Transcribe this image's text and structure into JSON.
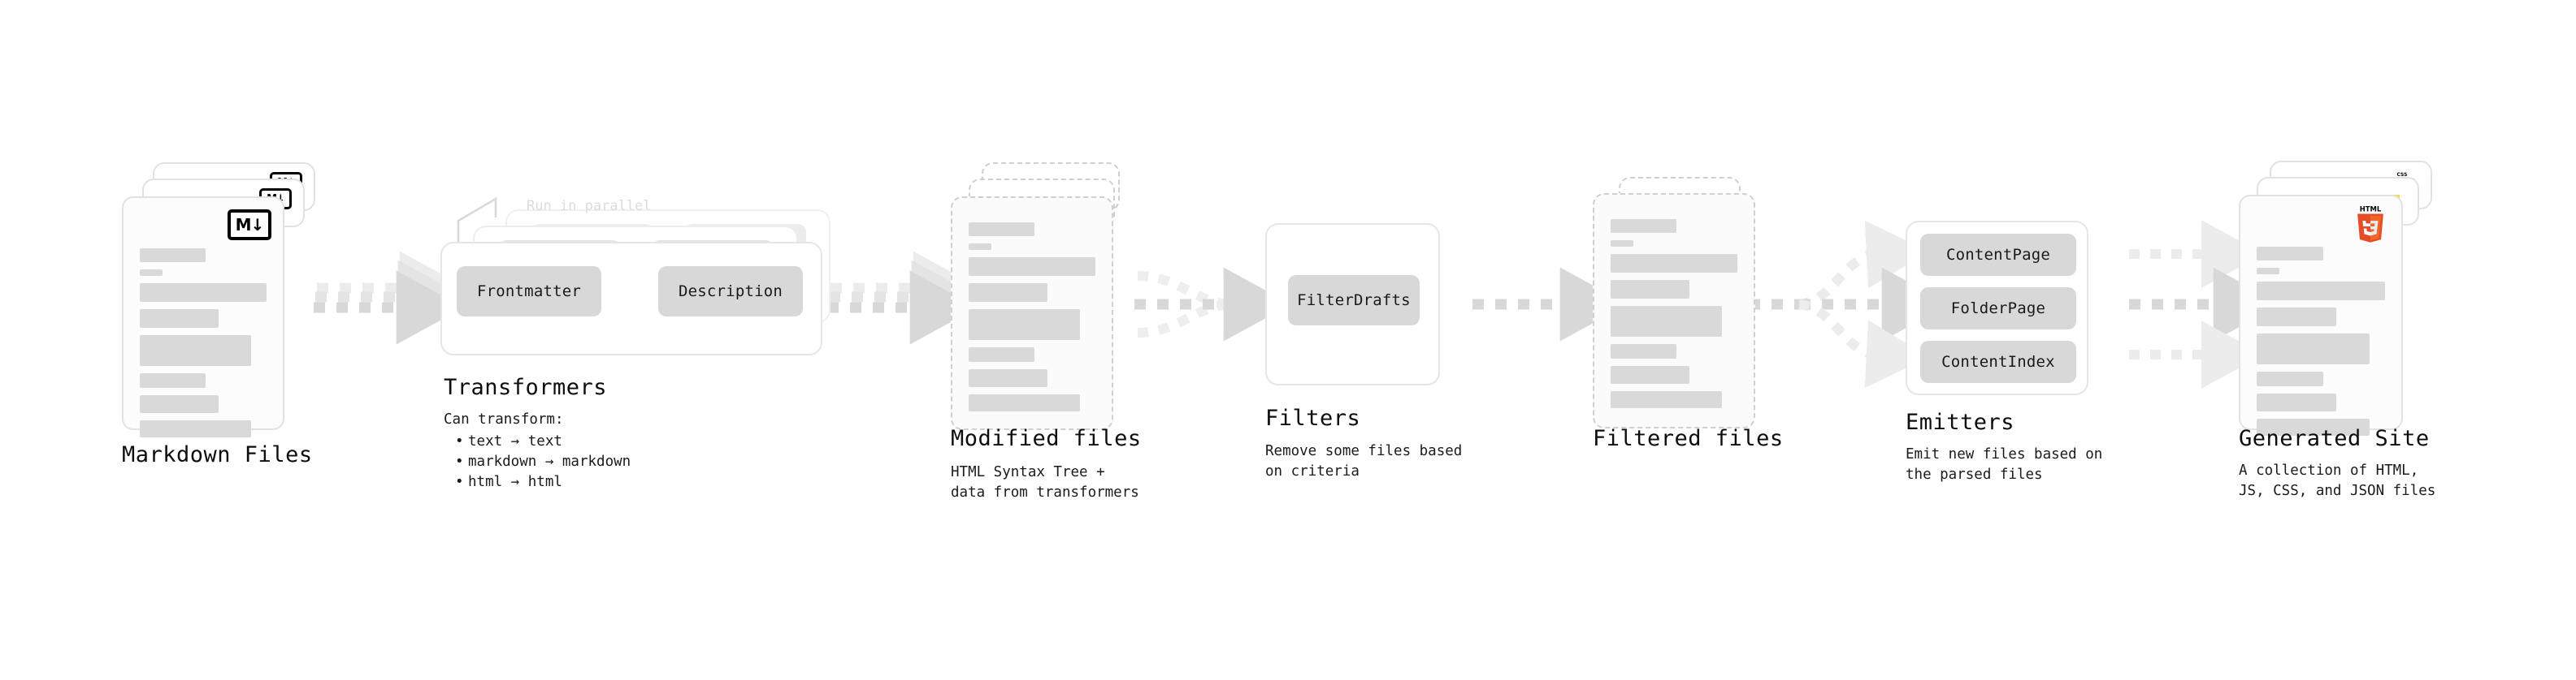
{
  "diagram": {
    "type": "pipeline-flow",
    "background": "#ffffff",
    "accent_colors": {
      "card_fill": "#fcfcfc",
      "card_border": "#e2e2e2",
      "dashed_border": "#cfcfcf",
      "placeholder_line": "#d9d9d9",
      "chip_fill": "#d8d8d8",
      "arrow": "#d8d8d8",
      "html5": "#e44d26",
      "javascript": "#f0db4f",
      "css3": "#264de4",
      "text": "#111111",
      "muted_text": "#dcdcdc"
    }
  },
  "stages": {
    "markdown_files": {
      "title": "Markdown Files",
      "subtitle": "",
      "badge_text": "M↓",
      "badge_name": "markdown-logo"
    },
    "transformers": {
      "title": "Transformers",
      "note": "Run in parallel",
      "chips": [
        "Frontmatter",
        "Description"
      ],
      "bullets_head": "Can transform:",
      "bullets": [
        "text → text",
        "markdown → markdown",
        "html → html"
      ]
    },
    "modified_files": {
      "title": "Modified files",
      "subtitle": "HTML Syntax Tree +\ndata from transformers"
    },
    "filters": {
      "title": "Filters",
      "subtitle": "Remove some files based\non criteria",
      "chips": [
        "FilterDrafts"
      ]
    },
    "filtered_files": {
      "title": "Filtered files",
      "subtitle": ""
    },
    "emitters": {
      "title": "Emitters",
      "subtitle": "Emit new files based on\nthe parsed files",
      "chips": [
        "ContentPage",
        "FolderPage",
        "ContentIndex"
      ]
    },
    "generated_site": {
      "title": "Generated Site",
      "subtitle": "A collection of HTML,\nJS, CSS, and JSON files",
      "badges": [
        "HTML5",
        "JS",
        "CSS"
      ]
    }
  }
}
